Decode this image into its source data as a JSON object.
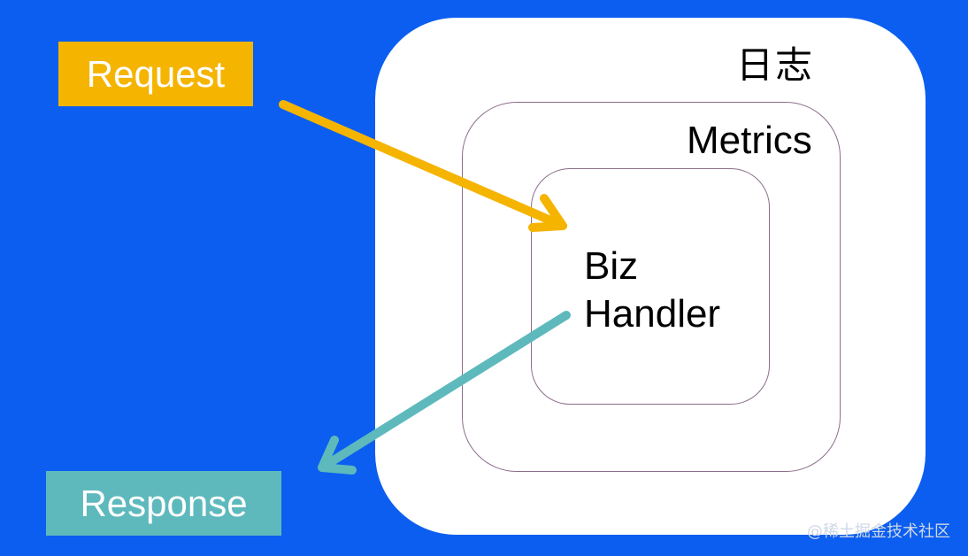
{
  "layers": {
    "outer_label": "日志",
    "middle_label": "Metrics",
    "inner_label_line1": "Biz",
    "inner_label_line2": "Handler"
  },
  "request_label": "Request",
  "response_label": "Response",
  "watermark": "@稀土掘金技术社区",
  "colors": {
    "background": "#0b5ef0",
    "request": "#f5b400",
    "response": "#5eb9bd",
    "layer_fill": "#ffffff",
    "layer_border": "#8a6f8a"
  }
}
